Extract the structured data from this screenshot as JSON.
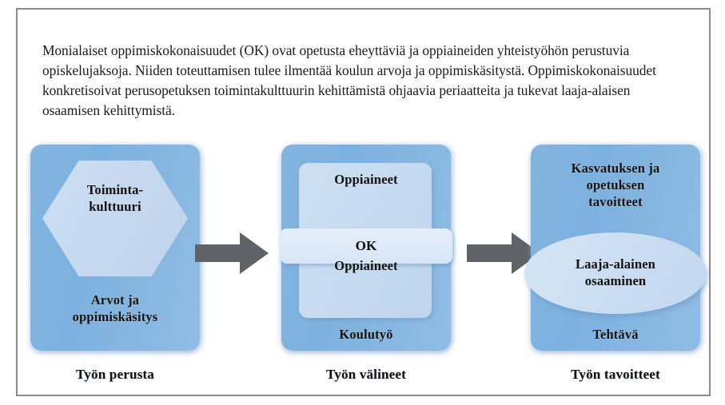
{
  "figure": {
    "intro_paragraph": "Monialaiset oppimiskokonaisuudet (OK) ovat opetusta eheyttäviä ja oppiaineiden yhteistyöhön perustuvia opiskelujaksoja. Niiden toteuttamisen tulee ilmentää koulun arvoja ja oppimiskäsitystä. Oppimiskokonaisuudet konkretisoivat perusopetuksen toimintakulttuurin kehittämistä ohjaavia periaatteita ja tukevat laaja-alaisen osaamisen kehittymistä."
  },
  "diagram": {
    "panels": [
      {
        "caption": "Työn perusta",
        "shape_label": "Toiminta-\nkulttuuri",
        "shape_label_line1": "Toiminta-",
        "shape_label_line2": "kulttuuri",
        "foot_line1": "Arvot ja",
        "foot_line2": "oppimiskäsitys"
      },
      {
        "caption": "Työn välineet",
        "subject_top": "Oppiaineet",
        "band_label": "OK",
        "subject_bottom": "Oppiaineet",
        "foot_label": "Koulutyö"
      },
      {
        "caption": "Työn tavoitteet",
        "head_line1": "Kasvatuksen ja",
        "head_line2": "opetuksen",
        "head_line3": "tavoitteet",
        "ellipse_line1": "Laaja-alainen",
        "ellipse_line2": "osaaminen",
        "foot_label": "Tehtävä"
      }
    ],
    "arrows": [
      {
        "name": "arrow-right-1",
        "direction": "right"
      },
      {
        "name": "arrow-right-2",
        "direction": "right"
      }
    ]
  },
  "colors": {
    "panel_blue": "#7db1df",
    "inner_light_blue": "#c6dbf0",
    "band_light": "#dfebf8",
    "arrow_gray": "#5f6368",
    "frame_border": "#8b8b8b",
    "text_dark": "#15120e"
  }
}
